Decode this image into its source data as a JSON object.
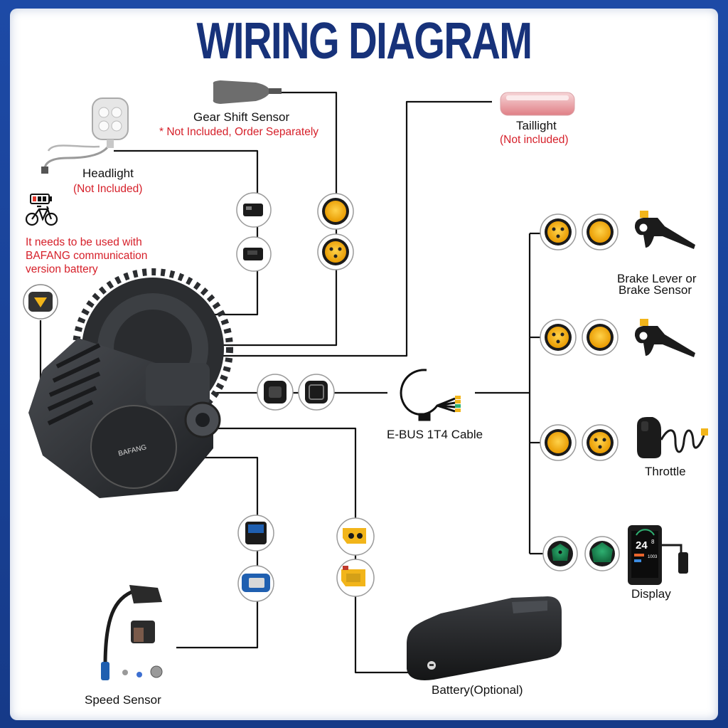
{
  "title": "WIRING DIAGRAM",
  "labels": {
    "gear_shift": "Gear Shift Sensor",
    "gear_shift_note": "* Not Included, Order Separately",
    "taillight": "Taillight",
    "taillight_note": "(Not included)",
    "headlight": "Headlight",
    "headlight_note": "(Not Included)",
    "battery_note_1": "It needs to be used with",
    "battery_note_2": "BAFANG communication",
    "battery_note_3": "version battery",
    "brake_1": "Brake Lever or",
    "brake_2": "Brake Sensor",
    "ebus": "E-BUS 1T4 Cable",
    "throttle": "Throttle",
    "display": "Display",
    "speed_sensor": "Speed Sensor",
    "battery": "Battery(Optional)",
    "motor_brand": "BAFANG",
    "display_speed": "24",
    "display_decimal": "8",
    "display_odo": "1003"
  },
  "colors": {
    "title": "#17327a",
    "note": "#d6202a",
    "wire": "#111111",
    "connector_yellow": "#f2b51a",
    "connector_green": "#1f8a55",
    "connector_blue": "#1f5fb0"
  },
  "icons": [
    "battery-icon",
    "bicycle-icon"
  ]
}
